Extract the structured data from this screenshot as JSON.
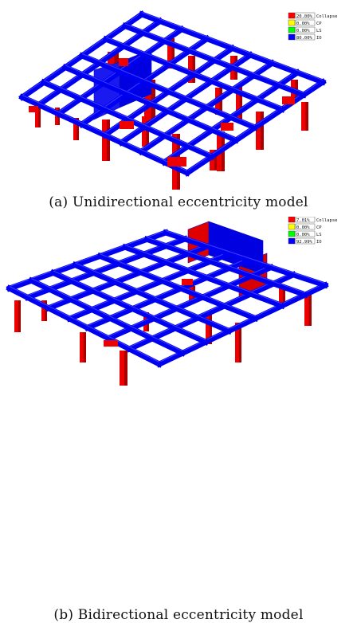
{
  "figures": [
    {
      "caption": "(a) Unidirectional eccentricity model",
      "legend": [
        {
          "label": "Collapse",
          "value": "20.00%",
          "color": "#ff0000"
        },
        {
          "label": "CP",
          "value": "0.00%",
          "color": "#ffff00"
        },
        {
          "label": "LS",
          "value": "0.00%",
          "color": "#00ff00"
        },
        {
          "label": "IO",
          "value": "80.00%",
          "color": "#0000ff"
        }
      ]
    },
    {
      "caption": "(b) Bidirectional eccentricity model",
      "legend": [
        {
          "label": "Collapse",
          "value": "7.01%",
          "color": "#ff0000"
        },
        {
          "label": "CP",
          "value": "0.00%",
          "color": "#ffff00"
        },
        {
          "label": "LS",
          "value": "0.00%",
          "color": "#00ff00"
        },
        {
          "label": "IO",
          "value": "92.99%",
          "color": "#0000ff"
        }
      ]
    }
  ]
}
